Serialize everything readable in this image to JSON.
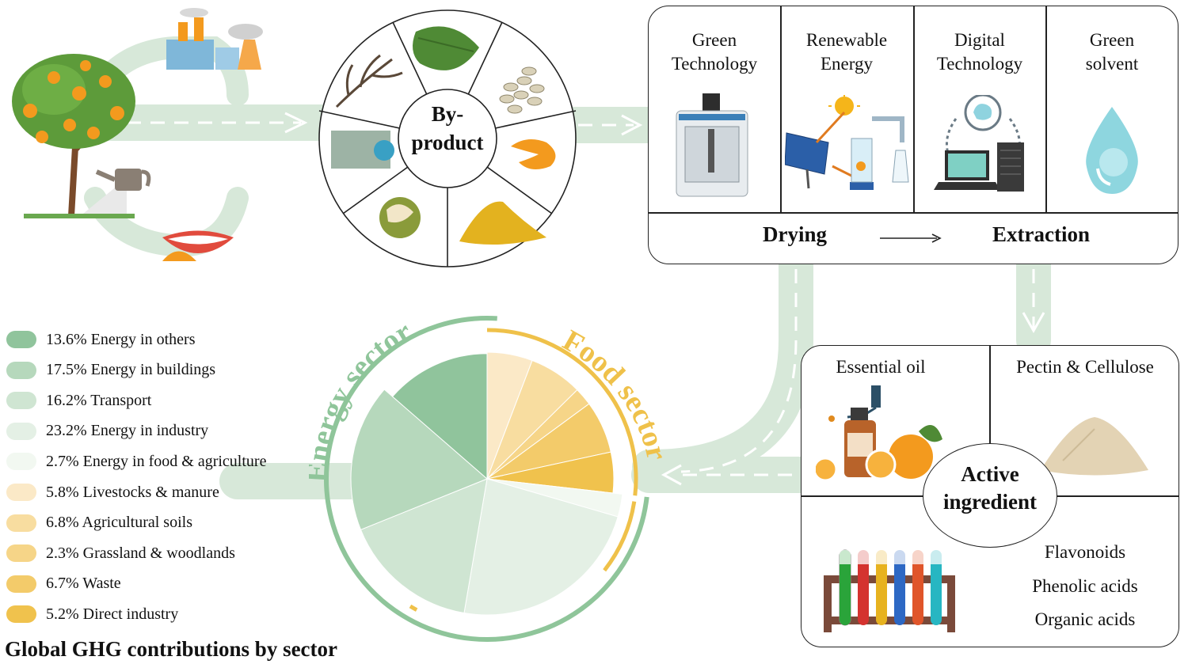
{
  "byproduct": {
    "label_line1": "By-",
    "label_line2": "product"
  },
  "technologies": [
    {
      "line1": "Green",
      "line2": "Technology",
      "icon": "ultrasonic-device-icon"
    },
    {
      "line1": "Renewable",
      "line2": "Energy",
      "icon": "solar-panel-icon"
    },
    {
      "line1": "Digital",
      "line2": "Technology",
      "icon": "ai-computer-icon"
    },
    {
      "line1": "Green",
      "line2": "solvent",
      "icon": "water-drop-icon"
    }
  ],
  "process": {
    "step1": "Drying",
    "step2": "Extraction"
  },
  "active": {
    "center_line1": "Active",
    "center_line2": "ingredient",
    "essential_oil": "Essential oil",
    "pectin": "Pectin & Cellulose",
    "compounds": [
      "Flavonoids",
      "Phenolic acids",
      "Organic acids"
    ]
  },
  "sector_labels": {
    "energy": "Energy sector",
    "food": "Food sector"
  },
  "chart_data": {
    "type": "pie",
    "title": "Global GHG contributions by sector",
    "slices": [
      {
        "label": "13.6% Energy in others",
        "value": 13.6,
        "color": "#90c49c"
      },
      {
        "label": "17.5% Energy in buildings",
        "value": 17.5,
        "color": "#b6d8bc"
      },
      {
        "label": "16.2% Transport",
        "value": 16.2,
        "color": "#cfe5d2"
      },
      {
        "label": "23.2% Energy in industry",
        "value": 23.2,
        "color": "#e4f0e5"
      },
      {
        "label": "2.7% Energy in food & agriculture",
        "value": 2.7,
        "color": "#f2f8f1"
      },
      {
        "label": "5.8% Livestocks & manure",
        "value": 5.8,
        "color": "#fbe9c7"
      },
      {
        "label": "6.8% Agricultural soils",
        "value": 6.8,
        "color": "#f8dda0"
      },
      {
        "label": "2.3% Grassland & woodlands",
        "value": 2.3,
        "color": "#f6d588"
      },
      {
        "label": "6.7% Waste",
        "value": 6.7,
        "color": "#f3cb6a"
      },
      {
        "label": "5.2% Direct industry",
        "value": 5.2,
        "color": "#f0c24d"
      }
    ]
  }
}
